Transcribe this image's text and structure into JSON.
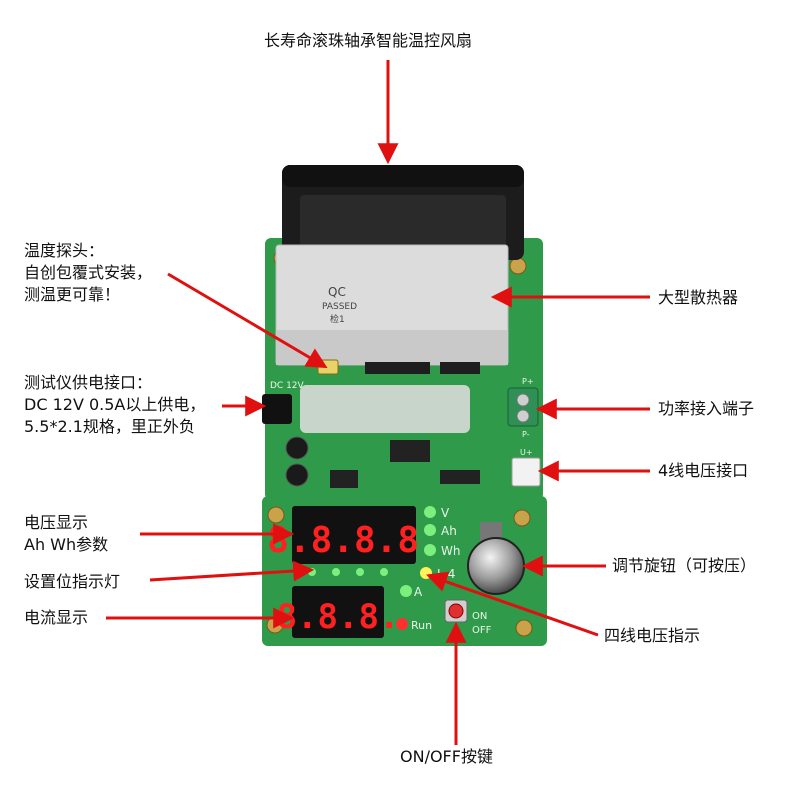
{
  "labels": {
    "fan": "长寿命滚珠轴承智能温控风扇",
    "temp_probe": [
      "温度探头：",
      "自创包覆式安装，",
      "测温更可靠！"
    ],
    "power_jack": [
      "测试仪供电接口：",
      "DC 12V 0.5A以上供电，",
      "5.5*2.1规格，里正外负"
    ],
    "voltage_display": [
      "电压显示",
      "Ah Wh参数"
    ],
    "setting_led": "设置位指示灯",
    "current_display": "电流显示",
    "heatsink": "大型散热器",
    "power_terminal": "功率接入端子",
    "four_wire_port": "4线电压接口",
    "knob": "调节旋钮（可按压）",
    "four_wire_indicator": "四线电压指示",
    "onoff_button": "ON/OFF按键"
  },
  "board": {
    "qc_text": "QC",
    "passed_text": "PASSED",
    "inspect_text": "检1",
    "led_v": "V",
    "led_ah": "Ah",
    "led_wh": "Wh",
    "led_l4": "L-4",
    "led_a": "A",
    "led_run": "Run",
    "on_text": "ON",
    "off_text": "OFF",
    "p_plus": "P+",
    "p_minus": "P-",
    "u_plus": "U+",
    "dc_text": "DC 12V",
    "upper_digits": "8.8.8.8.",
    "lower_digits": "8.8.8."
  },
  "colors": {
    "arrow": "#e01010",
    "pcb": "#2f9a4a",
    "fan": "#1c1c1c",
    "heatsink": "#dcdcdc",
    "display_red": "#ff2020"
  }
}
